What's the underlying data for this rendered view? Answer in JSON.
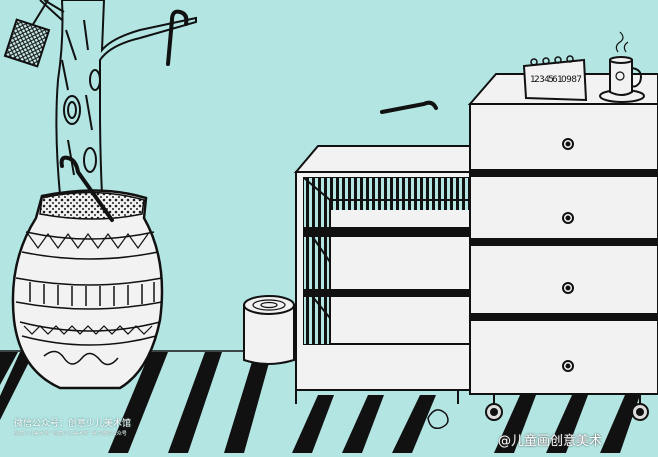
{
  "scene": {
    "background_color": "#b3e6e3",
    "ink_color": "#111111",
    "subjects": [
      "umbrella-handle",
      "tree",
      "vase",
      "cabinet",
      "dresser",
      "calendar",
      "mug",
      "tin-can",
      "fly-swatter"
    ]
  },
  "calendar": {
    "text": "12 3 456 10 9 8 7"
  },
  "watermark_left": {
    "line1": "微信公众号：创意少儿美术馆",
    "line2": "创意少儿美术馆  \"创意少儿美术馆\"  官方微信公众号"
  },
  "watermark_right": {
    "text": "@儿童画创意美术"
  }
}
